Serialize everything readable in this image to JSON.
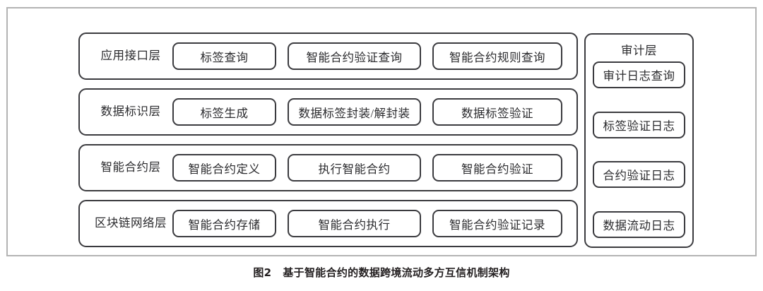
{
  "figure": {
    "caption_number": "图2",
    "caption_text": "基于智能合约的数据跨境流动多方互信机制架构",
    "colors": {
      "outer_frame": "#b3b3b3",
      "box_border": "#3b3b3f",
      "text": "#2b2b2e",
      "background": "#ffffff"
    }
  },
  "layers": [
    {
      "label": "应用接口层",
      "modules": [
        "标签查询",
        "智能合约验证查询",
        "智能合约规则查询"
      ]
    },
    {
      "label": "数据标识层",
      "modules": [
        "标签生成",
        "数据标签封装/解封装",
        "数据标签验证"
      ]
    },
    {
      "label": "智能合约层",
      "modules": [
        "智能合约定义",
        "执行智能合约",
        "智能合约验证"
      ]
    },
    {
      "label": "区块链网络层",
      "modules": [
        "智能合约存储",
        "智能合约执行",
        "智能合约验证记录"
      ]
    }
  ],
  "audit_panel": {
    "title": "审计层",
    "items": [
      "审计日志查询",
      "标签验证日志",
      "合约验证日志",
      "数据流动日志"
    ]
  }
}
